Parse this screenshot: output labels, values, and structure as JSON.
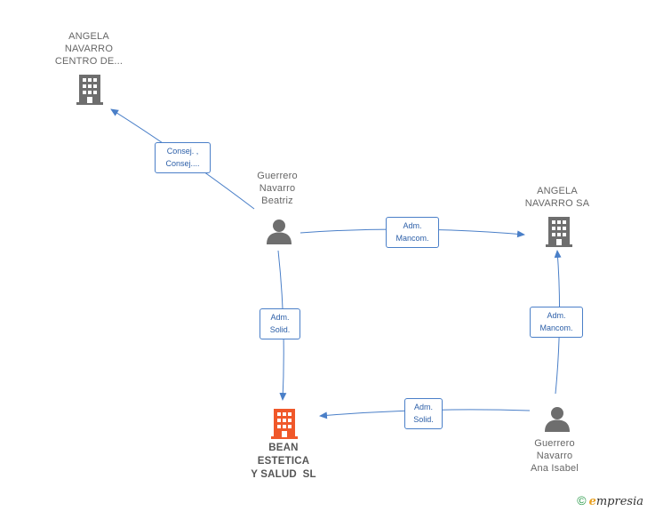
{
  "nodes": {
    "angela_centro": {
      "lines": [
        "ANGELA",
        "NAVARRO",
        "CENTRO DE..."
      ],
      "type": "company"
    },
    "angela_sa": {
      "lines": [
        "ANGELA",
        "NAVARRO SA"
      ],
      "type": "company"
    },
    "beatriz": {
      "lines": [
        "Guerrero",
        "Navarro",
        "Beatriz"
      ],
      "type": "person"
    },
    "ana_isabel": {
      "lines": [
        "Guerrero",
        "Navarro",
        "Ana Isabel"
      ],
      "type": "person"
    },
    "bean": {
      "lines": [
        "BEAN",
        "ESTETICA",
        "Y SALUD  SL"
      ],
      "type": "company-focus"
    }
  },
  "edges": {
    "beatriz_centro": {
      "line1": "Consej. ,",
      "line2": "Consej...."
    },
    "beatriz_sa": {
      "line1": "Adm.",
      "line2": "Mancom."
    },
    "beatriz_bean": {
      "line1": "Adm.",
      "line2": "Solid."
    },
    "ana_sa": {
      "line1": "Adm.",
      "line2": "Mancom."
    },
    "ana_bean": {
      "line1": "Adm.",
      "line2": "Solid."
    }
  },
  "colors": {
    "edge": "#4a7fc8",
    "company": "#6e6e6e",
    "company_focus": "#f0582a",
    "person": "#6e6e6e"
  },
  "footer": {
    "copyright": "©",
    "brand_first": "e",
    "brand_rest": "mpresia"
  }
}
